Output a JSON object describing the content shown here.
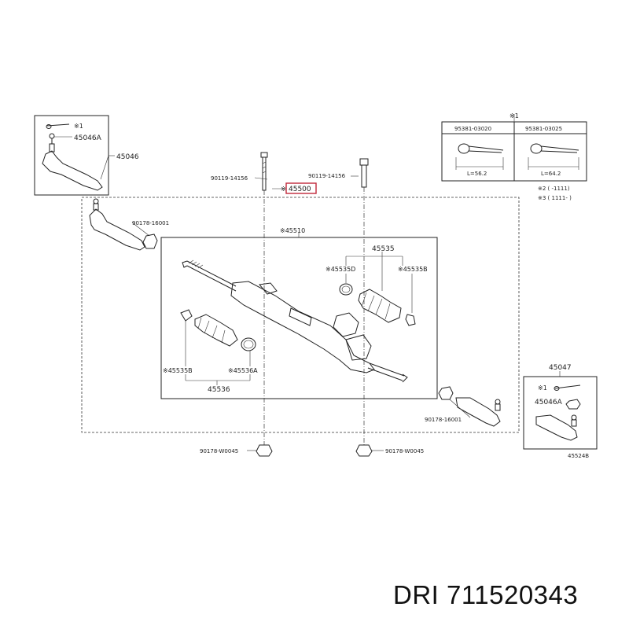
{
  "labels": {
    "p45046": "45046",
    "p45046A_top": "45046A",
    "mark_top": "※1",
    "p90119_left": "90119-14156",
    "p90119_right": "90119-14156",
    "p45500": "45500",
    "p90178_16001_left": "90178-16001",
    "p45510": "45510",
    "p45535": "45535",
    "p45535D": "45535D",
    "p45535B_right": "45535B",
    "p45535B_left": "45535B",
    "p45536A": "45536A",
    "p45536": "45536",
    "p45047": "45047",
    "mark_right": "※1",
    "p45046A_right": "45046A",
    "p90178_16001_right": "90178-16001",
    "p90178_W0045_left": "90178-W0045",
    "p90178_W0045_right": "90178-W0045",
    "ref_code": "45524B"
  },
  "inset": {
    "mark": "※1",
    "left_part": "95381-03020",
    "right_part": "95381-03025",
    "left_dim": "L=56.2",
    "right_dim": "L=64.2",
    "note_line1": "※2 (  -1111)",
    "note_line2": "※3 ( 1111-  )"
  },
  "brand": {
    "text": "DRI 711520343"
  },
  "colors": {
    "highlight": "#c0283a",
    "line": "#222222"
  }
}
